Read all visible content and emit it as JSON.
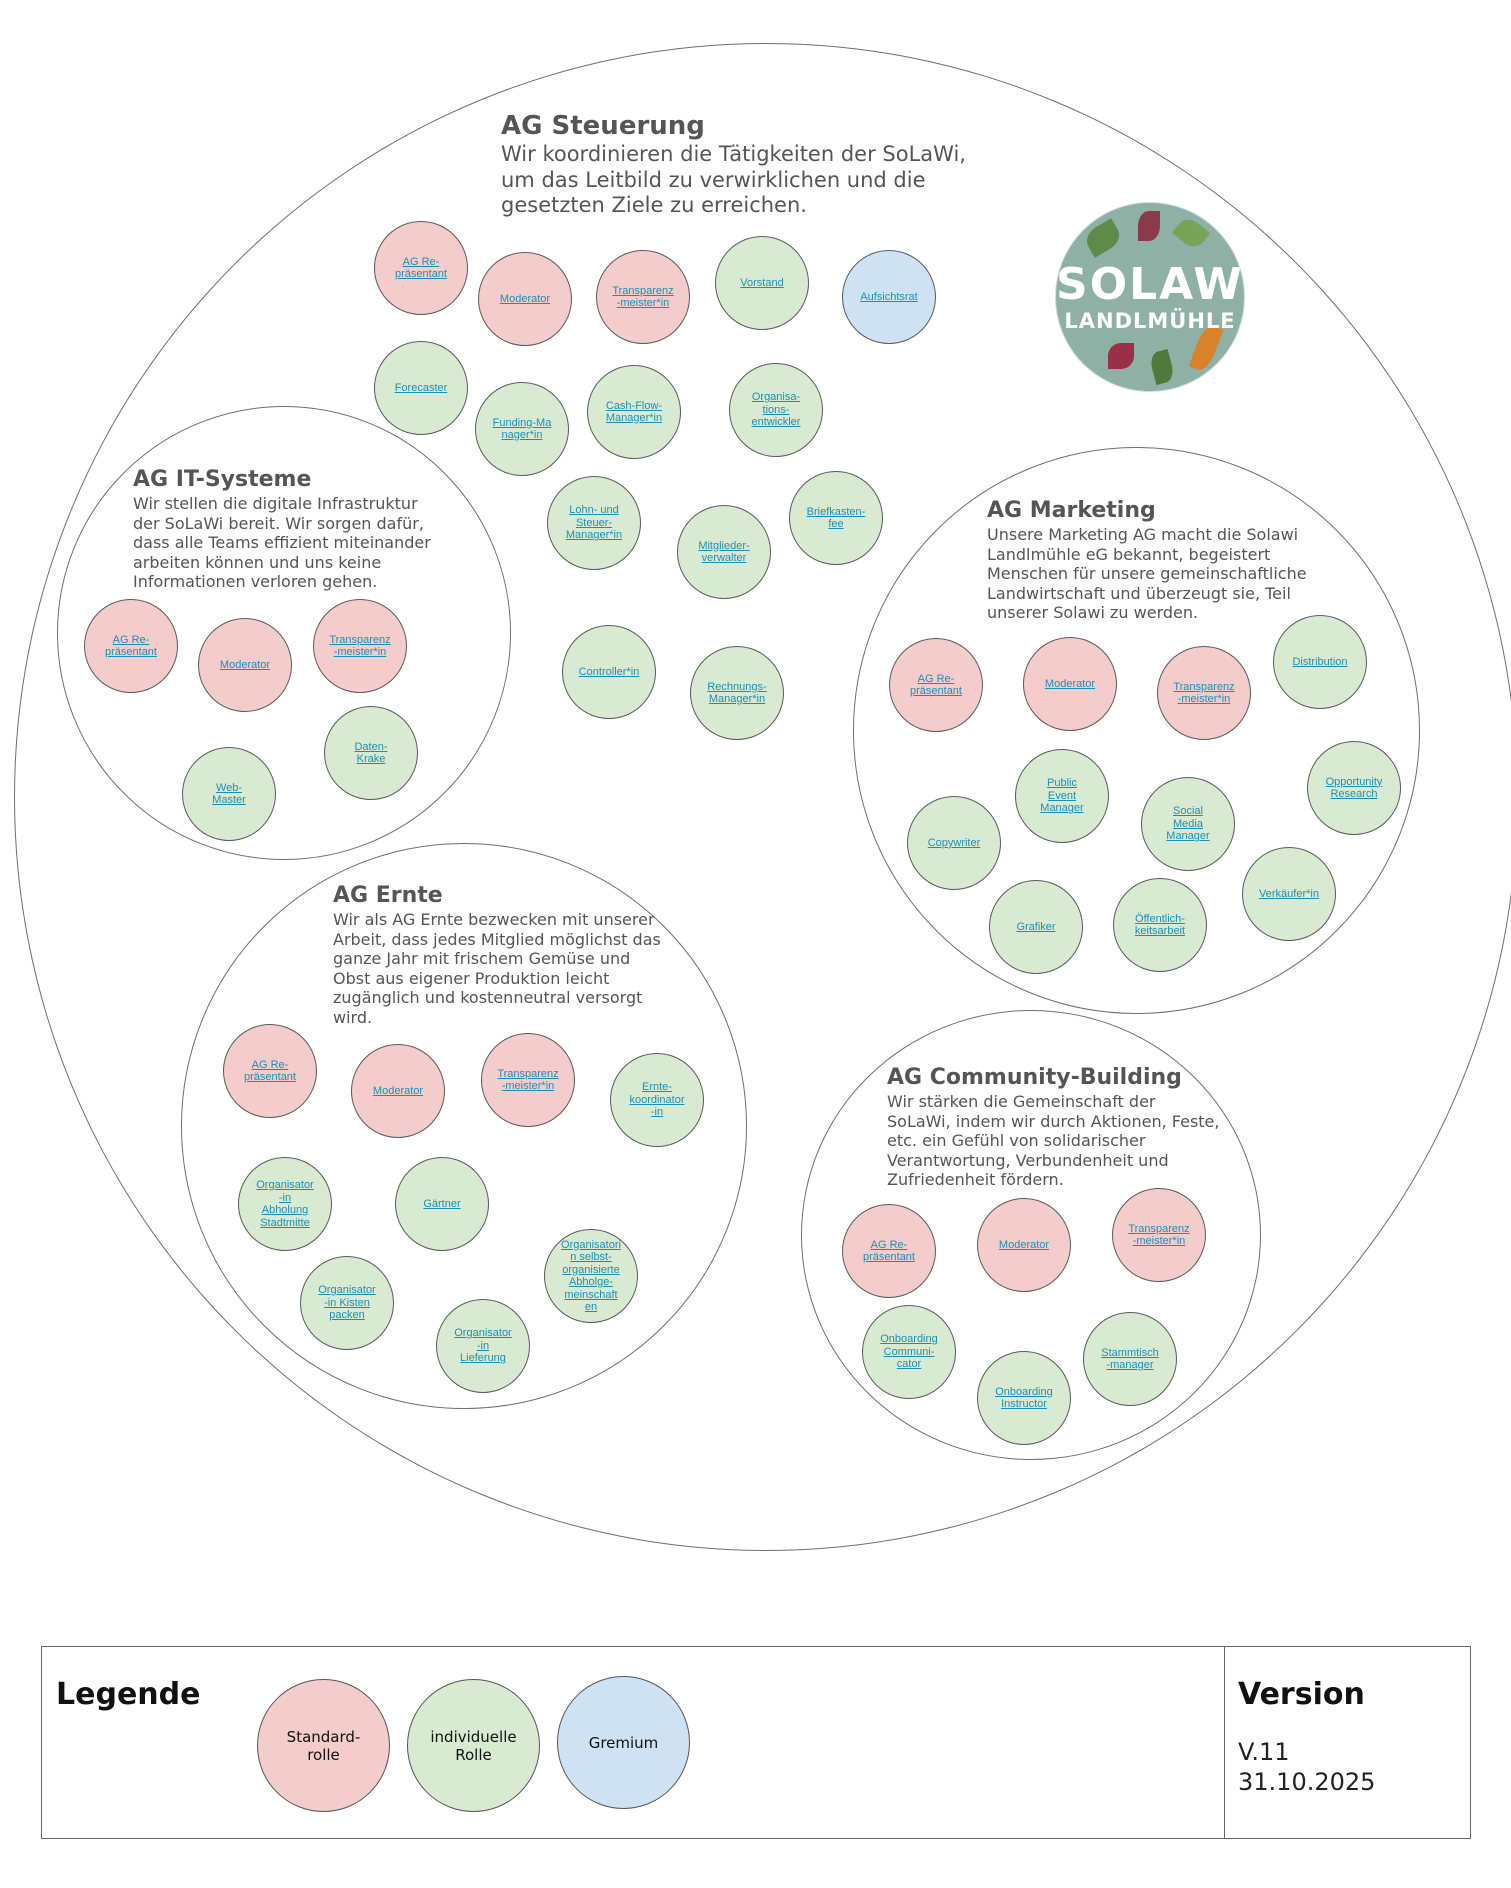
{
  "colors": {
    "standard_role": "#f4cccc",
    "individual_role": "#d9ead3",
    "committee": "#cfe2f3",
    "link_text": "#1a8fb5"
  },
  "steuerung": {
    "title": "AG Steuerung",
    "description": "Wir koordinieren die Tätigkeiten der SoLaWi,\num das Leitbild zu verwirklichen und die\ngesetzten Ziele zu erreichen.",
    "roles": [
      "AG Re-\npräsentant",
      "Moderator",
      "Transparenz\n-meister*in",
      "Vorstand",
      "Aufsichtsrat",
      "Forecaster",
      "Funding-Ma\nnager*in",
      "Cash-Flow-\nManager*in",
      "Organisa-\ntions-\nentwickler",
      "Lohn- und\nSteuer-\nManager*in",
      "Briefkasten-\nfee",
      "Mitglieder-\nverwalter",
      "Controller*in",
      "Rechnungs-\nManager*in"
    ]
  },
  "logo": {
    "line1": "SOLAWI",
    "line2": "LANDLMÜHLE"
  },
  "it": {
    "title": "AG IT-Systeme",
    "description": "Wir stellen die digitale Infrastruktur\nder SoLaWi bereit. Wir sorgen dafür,\ndass alle Teams effizient miteinander\narbeiten können und uns keine\nInformationen verloren gehen.",
    "roles": [
      "AG Re-\npräsentant",
      "Moderator",
      "Transparenz\n-meister*in",
      "Daten-\nKrake",
      "Web-\nMaster"
    ]
  },
  "marketing": {
    "title": "AG Marketing",
    "description": "Unsere Marketing AG macht die Solawi\nLandlmühle eG bekannt, begeistert\nMenschen für unsere gemeinschaftliche\nLandwirtschaft und überzeugt sie, Teil\nunserer Solawi zu werden.",
    "roles": [
      "AG Re-\npräsentant",
      "Moderator",
      "Transparenz\n-meister*in",
      "Distribution",
      "Public\nEvent\nManager",
      "Opportunity\nResearch",
      "Copywriter",
      "Social\nMedia\nManager",
      "Verkäufer*in",
      "Grafiker",
      "Öffentlich-\nkeitsarbeit"
    ]
  },
  "ernte": {
    "title": "AG Ernte",
    "description": "Wir als AG Ernte bezwecken mit unserer\nArbeit, dass jedes Mitglied möglichst das\nganze Jahr mit frischem Gemüse und\nObst aus eigener Produktion leicht\nzugänglich und kostenneutral versorgt\nwird.",
    "roles": [
      "AG Re-\npräsentant",
      "Moderator",
      "Transparenz\n-meister*in",
      "Ernte-\nkoordinator\n-in",
      "Organisator\n-in\nAbholung\nStadtmitte",
      "Gärtner",
      "Organisatori\nn selbst-\norganisierte\nAbholge-\nmeinschaft\nen",
      "Organisator\n-in Kisten\npacken",
      "Organisator\n-in\nLieferung"
    ]
  },
  "community": {
    "title": "AG Community-Building",
    "description": "Wir stärken die Gemeinschaft der\nSoLaWi, indem wir durch Aktionen, Feste,\netc. ein Gefühl von solidarischer\nVerantwortung, Verbundenheit und\nZufriedenheit fördern.",
    "roles": [
      "AG Re-\npräsentant",
      "Moderator",
      "Transparenz\n-meister*in",
      "Onboarding\nCommuni-\ncator",
      "Stammtisch\n-manager",
      "Onboarding\nInstructor"
    ]
  },
  "legend": {
    "title": "Legende",
    "items": [
      "Standard-\nrolle",
      "individuelle\nRolle",
      "Gremium"
    ]
  },
  "version": {
    "title": "Version",
    "number": "V.11",
    "date": "31.10.2025"
  }
}
